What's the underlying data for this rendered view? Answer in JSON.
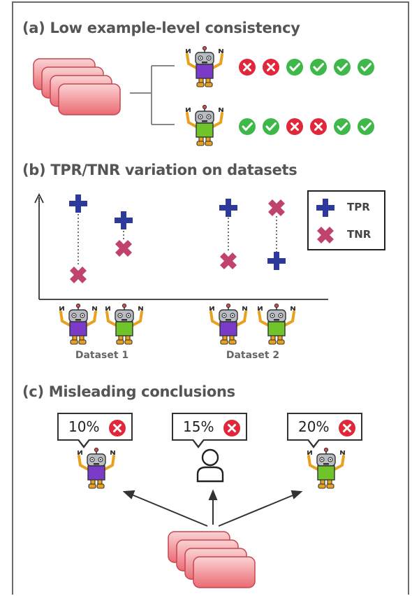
{
  "sections": {
    "a": {
      "title": "(a) Low example-level consistency"
    },
    "b": {
      "title": "(b) TPR/TNR variation on datasets"
    },
    "c": {
      "title": "(c) Misleading conclusions"
    }
  },
  "consistency": {
    "purple_row": [
      "wrong",
      "wrong",
      "correct",
      "correct",
      "correct",
      "correct"
    ],
    "green_row": [
      "correct",
      "correct",
      "wrong",
      "wrong",
      "correct",
      "correct"
    ]
  },
  "legend": {
    "tpr": "TPR",
    "tnr": "TNR"
  },
  "datasets": {
    "d1": "Dataset 1",
    "d2": "Dataset 2"
  },
  "conclusions": [
    {
      "value": "10%",
      "who": "purple-robot"
    },
    {
      "value": "15%",
      "who": "human"
    },
    {
      "value": "20%",
      "who": "green-robot"
    }
  ],
  "colors": {
    "robot_purple": "#7a3cc8",
    "robot_green": "#6fc42a",
    "tpr": "#2d3a9c",
    "tnr": "#c0436e",
    "correct": "#3fb84a",
    "wrong": "#e0283a",
    "card": "#ef7f86"
  }
}
